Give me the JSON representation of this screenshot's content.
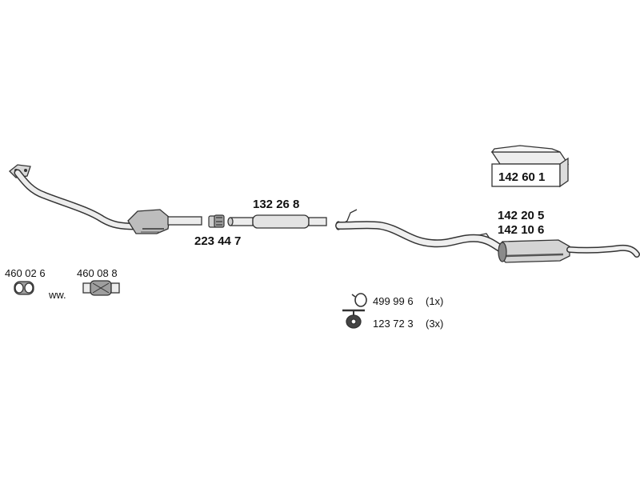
{
  "parts": {
    "mounting_kit": "142 60 1",
    "center_pipe": "132 26 8",
    "clamp": "223 44 7",
    "rear_muffler_a": "142 20 5",
    "rear_muffler_b": "142 10 6",
    "gasket_a": "460 02 6",
    "gasket_b": "460 08 8",
    "alt_text": "ww.",
    "ring_part": "499 99 6",
    "ring_qty": "(1x)",
    "hanger_part": "123 72 3",
    "hanger_qty": "(3x)"
  },
  "colors": {
    "stroke": "#333333",
    "fill_light": "#e6e6e6",
    "fill_mid": "#bdbdbd",
    "fill_dark": "#555555"
  }
}
